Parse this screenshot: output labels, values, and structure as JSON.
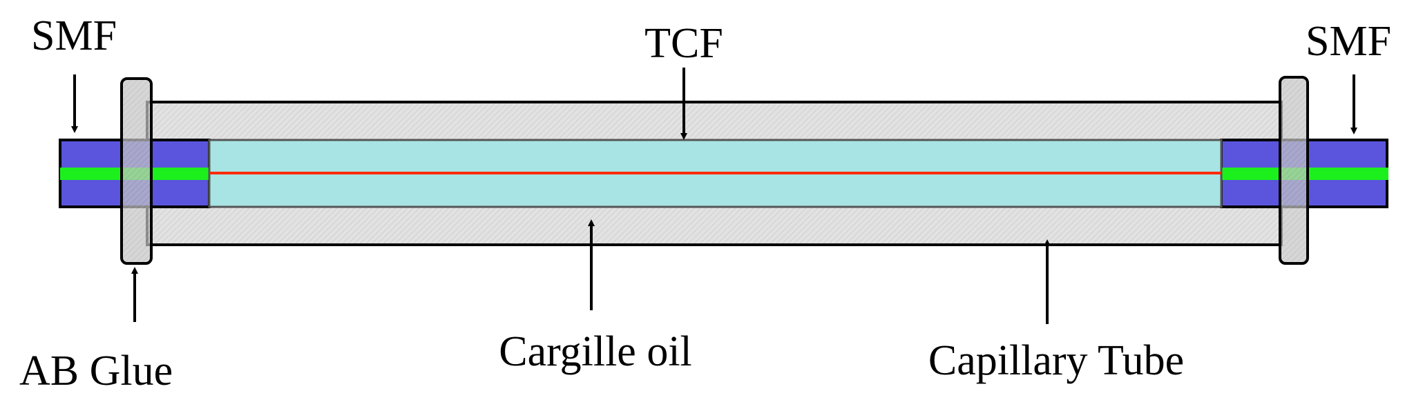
{
  "labels": {
    "smf_left": "SMF",
    "smf_right": "SMF",
    "tcf": "TCF",
    "ab_glue": "AB Glue",
    "cargille_oil": "Cargille oil",
    "capillary_tube": "Capillary Tube"
  },
  "colors": {
    "smf": "#5a55dc",
    "smf_core": "#1cf01c",
    "tcf": "#a8e4e4",
    "tcf_core": "#ff2a0a",
    "capillary_tube": "#e0e0e0",
    "glue": "#c9c9c9",
    "outline": "#000000"
  }
}
